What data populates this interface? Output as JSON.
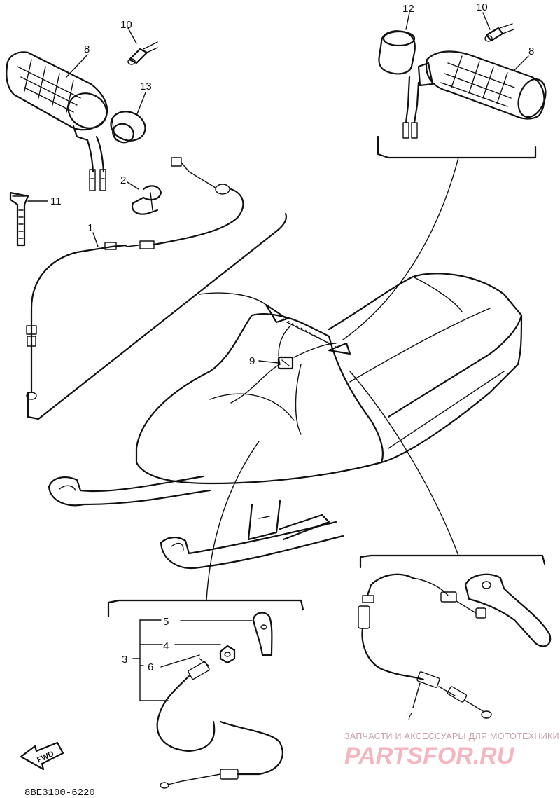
{
  "diagram_code": "8BE3100-6220",
  "watermark": {
    "line1": "ЗАПЧАСТИ И АКСЕССУАРЫ ДЛЯ МОТОТЕХНИКИ",
    "line2": "PARTSFOR.RU"
  },
  "direction_arrow": "FWD",
  "part_labels": {
    "p1": "1",
    "p2": "2",
    "p3": "3",
    "p4": "4",
    "p5": "5",
    "p6": "6",
    "p7": "7",
    "p8_left": "8",
    "p8_right": "8",
    "p9": "9",
    "p10_left": "10",
    "p10_right": "10",
    "p11": "11",
    "p12": "12",
    "p13": "13"
  },
  "colors": {
    "line": "#111111",
    "watermark_red": "#f4b7bf",
    "watermark_text": "#c9a0a6"
  }
}
